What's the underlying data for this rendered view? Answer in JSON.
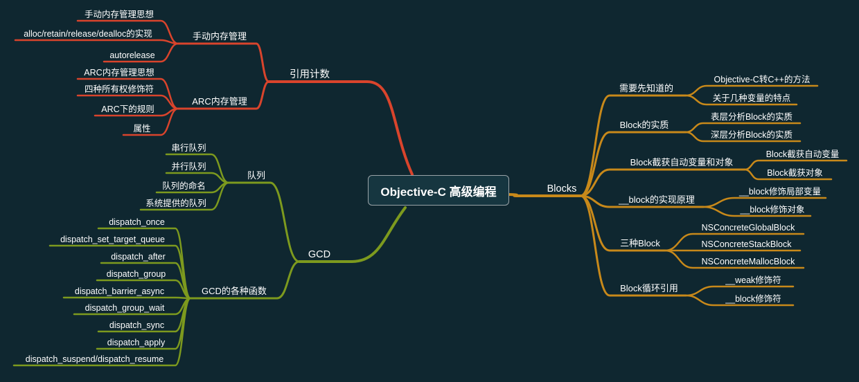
{
  "root": {
    "label": "Objective-C 高级编程"
  },
  "colors": {
    "background": "#0f2730",
    "red": "#d9442c",
    "green": "#7d9a1e",
    "orange": "#c8891a"
  },
  "branches": [
    {
      "id": "ref",
      "label": "引用计数",
      "color": "red",
      "children": [
        {
          "label": "手动内存管理",
          "children": [
            "手动内存管理思想",
            "alloc/retain/release/dealloc的实现",
            "autorelease"
          ]
        },
        {
          "label": "ARC内存管理",
          "children": [
            "ARC内存管理思想",
            "四种所有权修饰符",
            "ARC下的规则",
            "属性"
          ]
        }
      ]
    },
    {
      "id": "gcd",
      "label": "GCD",
      "color": "green",
      "children": [
        {
          "label": "队列",
          "children": [
            "串行队列",
            "并行队列",
            "队列的命名",
            "系统提供的队列"
          ]
        },
        {
          "label": "GCD的各种函数",
          "children": [
            "dispatch_once",
            "dispatch_set_target_queue",
            "dispatch_after",
            "dispatch_group",
            "dispatch_barrier_async",
            "dispatch_group_wait",
            "dispatch_sync",
            "dispatch_apply",
            "dispatch_suspend/dispatch_resume"
          ]
        }
      ]
    },
    {
      "id": "blocks",
      "label": "Blocks",
      "color": "orange",
      "children": [
        {
          "label": "需要先知道的",
          "children": [
            "Objective-C转C++的方法",
            "关于几种变量的特点"
          ]
        },
        {
          "label": "Block的实质",
          "children": [
            "表层分析Block的实质",
            "深层分析Block的实质"
          ]
        },
        {
          "label": "Block截获自动变量和对象",
          "children": [
            "Block截获自动变量",
            "Block截获对象"
          ]
        },
        {
          "label": "__block的实现原理",
          "children": [
            "__block修饰局部变量",
            "__block修饰对象"
          ]
        },
        {
          "label": "三种Block",
          "children": [
            "NSConcreteGlobalBlock",
            "NSConcreteStackBlock",
            "NSConcreteMallocBlock"
          ]
        },
        {
          "label": "Block循环引用",
          "children": [
            "__weak修饰符",
            "__block修饰符"
          ]
        }
      ]
    }
  ]
}
